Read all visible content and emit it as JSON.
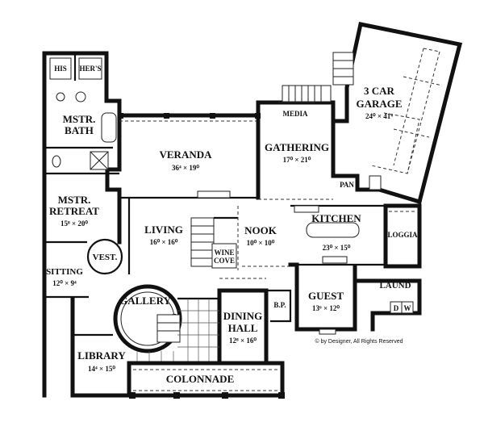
{
  "rooms": {
    "mstr_bath": {
      "line1": "MSTR.",
      "line2": "BATH"
    },
    "his": "HIS",
    "hers": "HER'S",
    "veranda": {
      "name": "VERANDA",
      "dim": "36⁴ × 19⁰"
    },
    "gathering": {
      "name": "GATHERING",
      "dim": "17⁰ × 21⁰"
    },
    "media": "MEDIA",
    "garage": {
      "line1": "3 CAR",
      "line2": "GARAGE",
      "dim": "24⁰ × 41⁴"
    },
    "pan": "PAN",
    "mstr_retreat": {
      "line1": "MSTR.",
      "line2": "RETREAT",
      "dim": "15⁸ × 20⁰"
    },
    "living": {
      "name": "LIVING",
      "dim": "16⁰ × 16⁰"
    },
    "nook": {
      "name": "NOOK",
      "dim": "10⁰ × 10⁰"
    },
    "kitchen": {
      "name": "KITCHEN",
      "dim": "23⁰ × 15⁰"
    },
    "loggia": "LOGGIA",
    "vest": "VEST.",
    "wine_cove": {
      "line1": "WINE",
      "line2": "COVE"
    },
    "sitting": {
      "name": "SITTING",
      "dim": "12⁰ × 9⁴"
    },
    "guest": {
      "name": "GUEST",
      "dim": "13⁶ × 12⁰"
    },
    "laund": "LAUND",
    "dw": {
      "d": "D",
      "w": "W"
    },
    "bp": "B.P.",
    "gallery": "GALLERY",
    "dining": {
      "line1": "DINING",
      "line2": "HALL",
      "dim": "12⁸ × 16⁰"
    },
    "library": {
      "name": "LIBRARY",
      "dim": "14⁴ × 15⁰"
    },
    "colonnade": "COLONNADE"
  },
  "copyright": "© by Designer, All Rights Reserved"
}
